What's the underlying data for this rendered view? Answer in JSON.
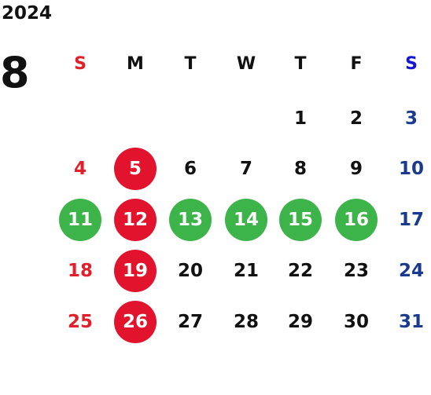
{
  "calendar": {
    "year": "2024",
    "month": "8",
    "weekdays": [
      "S",
      "M",
      "T",
      "W",
      "T",
      "F",
      "S"
    ],
    "colors": {
      "sunday": "#e0202a",
      "saturday": "#1a3a8f",
      "saturday_header": "#1515d8",
      "weekday": "#111111",
      "highlight_red": "#e2142d",
      "highlight_green": "#3cb44a",
      "highlight_text": "#ffffff"
    },
    "first_weekday_index": 4,
    "days_in_month": 31,
    "red_marked_days": [
      5,
      12,
      19,
      26
    ],
    "green_marked_days": [
      11,
      13,
      14,
      15,
      16
    ]
  }
}
